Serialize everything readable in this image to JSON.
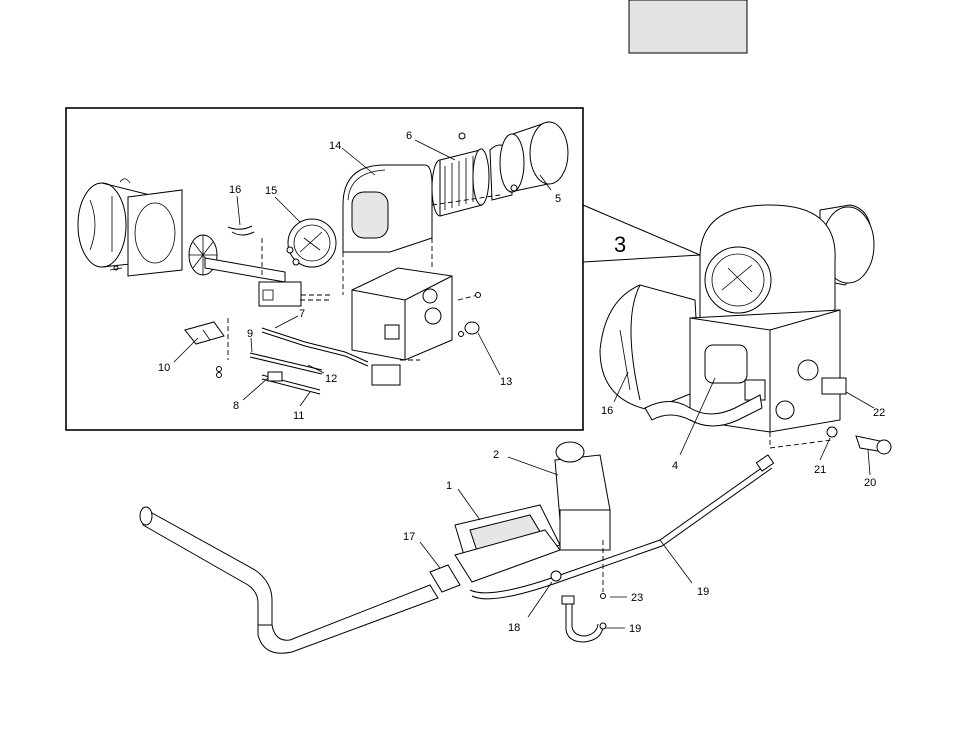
{
  "callout_number": "3",
  "part_labels": {
    "p1": "1",
    "p2": "2",
    "p4": "4",
    "p5": "5",
    "p6": "6",
    "p7": "7",
    "p8": "8",
    "p9": "9",
    "p10": "10",
    "p11": "11",
    "p12": "12",
    "p13": "13",
    "p14": "14",
    "p15": "15",
    "p16a": "16",
    "p16b": "16",
    "p17": "17",
    "p18": "18",
    "p19a": "19",
    "p19b": "19",
    "p20": "20",
    "p21": "21",
    "p22": "22",
    "p23": "23"
  },
  "colors": {
    "line": "#000000",
    "page_box_fill": "#e3e3e3",
    "shade": "#e6e6e6"
  },
  "icons": {
    "header": "page-label-box",
    "detail": "exploded-view-frame"
  }
}
